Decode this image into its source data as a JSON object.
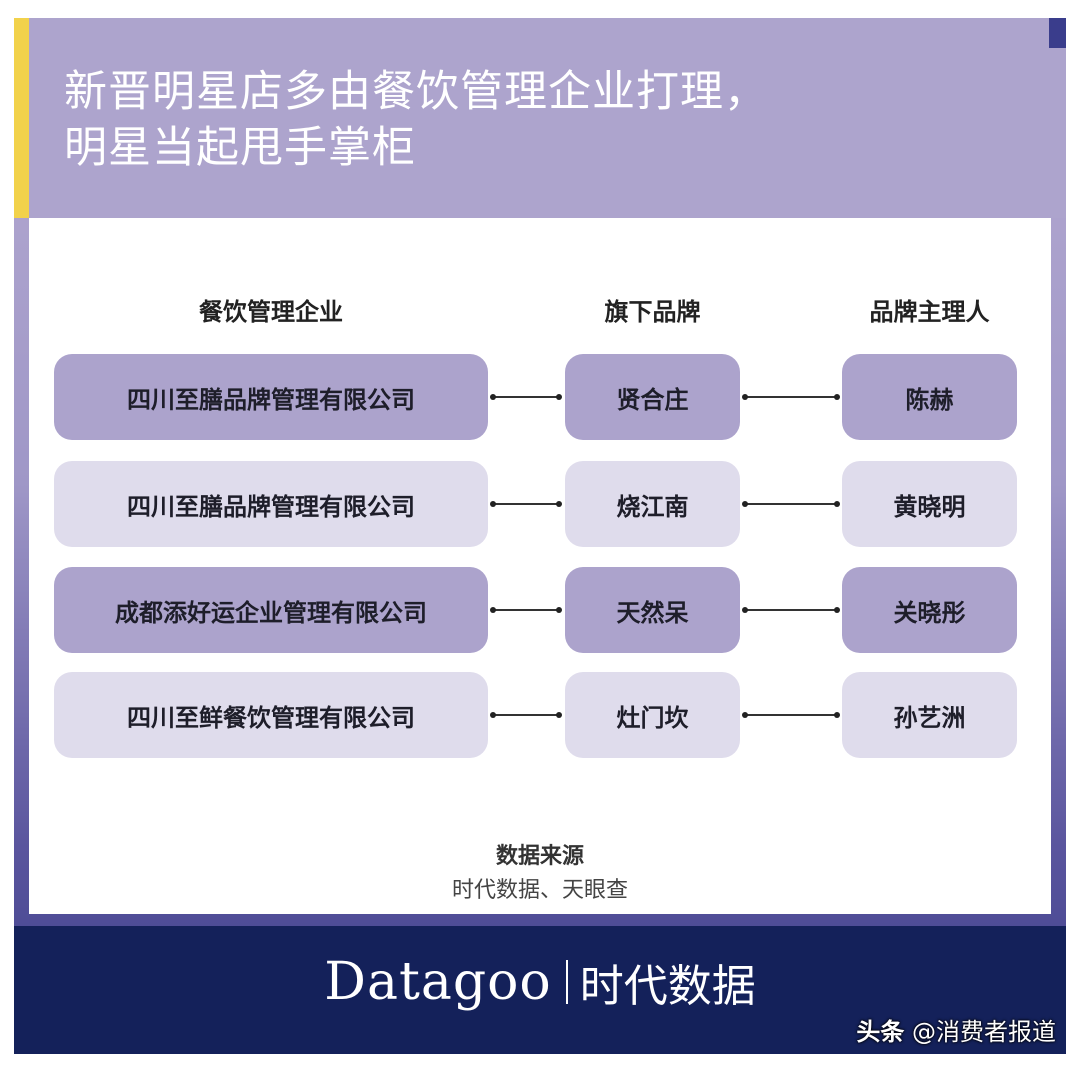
{
  "title": {
    "line1": "新晋明星店多由餐饮管理企业打理，",
    "line2": "明星当起甩手掌柜"
  },
  "columns": {
    "company": "餐饮管理企业",
    "brand": "旗下品牌",
    "owner": "品牌主理人"
  },
  "rows": [
    {
      "company": "四川至膳品牌管理有限公司",
      "brand": "贤合庄",
      "owner": "陈赫"
    },
    {
      "company": "四川至膳品牌管理有限公司",
      "brand": "烧江南",
      "owner": "黄晓明"
    },
    {
      "company": "成都添好运企业管理有限公司",
      "brand": "天然呆",
      "owner": "关晓彤"
    },
    {
      "company": "四川至鲜餐饮管理有限公司",
      "brand": "灶门坎",
      "owner": "孙艺洲"
    }
  ],
  "source": {
    "title": "数据来源",
    "text": "时代数据、天眼查"
  },
  "footer": {
    "logo_en": "Datagoo",
    "logo_cn": "时代数据"
  },
  "watermark": {
    "brand": "头条",
    "handle": "@消费者报道"
  },
  "colors": {
    "header_bg": "#ada4cd",
    "accent_yellow": "#f2d24b",
    "box_dark": "#aca3cc",
    "box_light": "#dfdcec",
    "footer_bg": "#14215a"
  }
}
